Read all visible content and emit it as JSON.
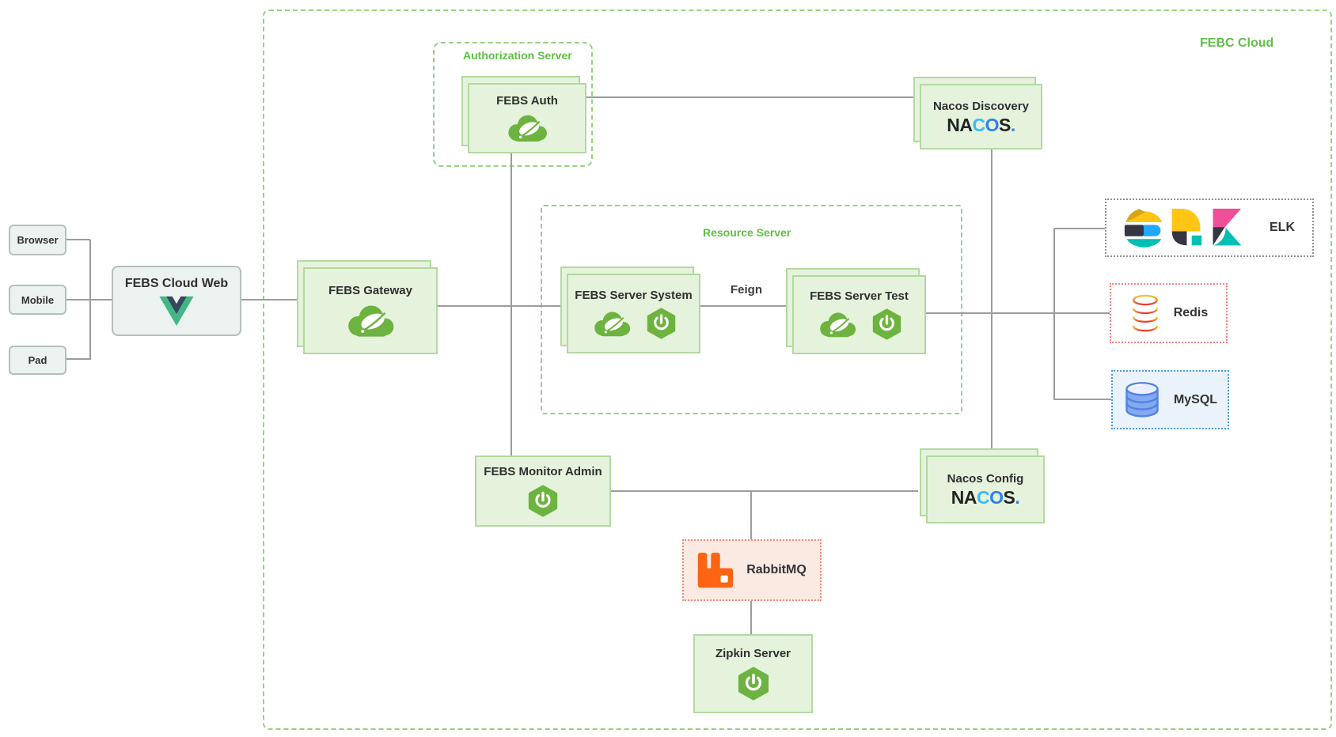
{
  "diagram": {
    "groups": {
      "febc_cloud": {
        "label": "FEBC Cloud"
      },
      "authorization_server": {
        "label": "Authorization Server"
      },
      "resource_server": {
        "label": "Resource Server"
      }
    },
    "clients": {
      "browser": {
        "label": "Browser"
      },
      "mobile": {
        "label": "Mobile"
      },
      "pad": {
        "label": "Pad"
      }
    },
    "nodes": {
      "febs_cloud_web": {
        "label": "FEBS Cloud Web",
        "icon": "vue-icon"
      },
      "febs_gateway": {
        "label": "FEBS Gateway",
        "icon": "spring-cloud-icon"
      },
      "febs_auth": {
        "label": "FEBS Auth",
        "icon": "spring-cloud-icon"
      },
      "nacos_discovery": {
        "label": "Nacos Discovery",
        "icon": "nacos-logo"
      },
      "febs_server_system": {
        "label": "FEBS Server System",
        "icons": [
          "spring-cloud-icon",
          "spring-boot-icon"
        ]
      },
      "febs_server_test": {
        "label": "FEBS Server Test",
        "icons": [
          "spring-cloud-icon",
          "spring-boot-icon"
        ]
      },
      "febs_monitor_admin": {
        "label": "FEBS Monitor Admin",
        "icon": "spring-boot-icon"
      },
      "nacos_config": {
        "label": "Nacos Config",
        "icon": "nacos-logo"
      },
      "rabbitmq": {
        "label": "RabbitMQ",
        "icon": "rabbitmq-icon"
      },
      "zipkin_server": {
        "label": "Zipkin Server",
        "icon": "spring-boot-icon"
      },
      "elk": {
        "label": "ELK",
        "icon": "elk-logo"
      },
      "redis": {
        "label": "Redis",
        "icon": "redis-icon"
      },
      "mysql": {
        "label": "MySQL",
        "icon": "mysql-icon"
      }
    },
    "edges": {
      "feign": {
        "label": "Feign"
      }
    },
    "nacos_logo": {
      "na": "NA",
      "c": "C",
      "o": "O",
      "s": "S",
      "dot": "."
    }
  },
  "colors": {
    "accent_green": "#5fbf45",
    "dash_green": "#97d37f",
    "line_gray": "#9c9c9c",
    "node_fill": "#e5f3dc",
    "node_border": "#b2d9a0",
    "client_fill": "#ebf2ef",
    "client_border": "#b4bfba",
    "spring_green": "#6db33f",
    "vue_green": "#41b883",
    "vue_dark": "#35495e",
    "nacos_blue_light": "#38b9fe",
    "nacos_blue": "#2e7ff2",
    "rabbit_fill": "#fbeae1",
    "rabbit_border": "#f58a7a",
    "rabbit_orange": "#ff6412",
    "redis_border": "#ff8080",
    "mysql_fill": "#eaf3fc",
    "mysql_border": "#4d9be6",
    "elk_border": "#909090",
    "elk_yellow": "#fec514",
    "elk_dark": "#343741",
    "elk_blue": "#20a8fe",
    "elk_teal": "#00bfb3",
    "elk_pink": "#f04e98"
  }
}
